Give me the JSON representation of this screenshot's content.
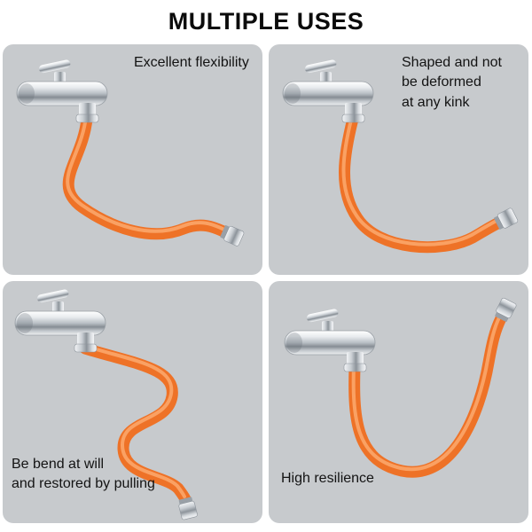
{
  "page": {
    "title": "MULTIPLE USES"
  },
  "colors": {
    "panel_bg": "#c7cacd",
    "hose_orange": "#ee7227",
    "chrome_light": "#f2f4f6",
    "chrome_dark": "#8d949b",
    "text": "#131313"
  },
  "panels": [
    {
      "caption": "Excellent flexibility"
    },
    {
      "caption": "Shaped and not\nbe deformed\nat any kink"
    },
    {
      "caption": "Be bend at will\nand restored by pulling"
    },
    {
      "caption": "High resilience"
    }
  ]
}
